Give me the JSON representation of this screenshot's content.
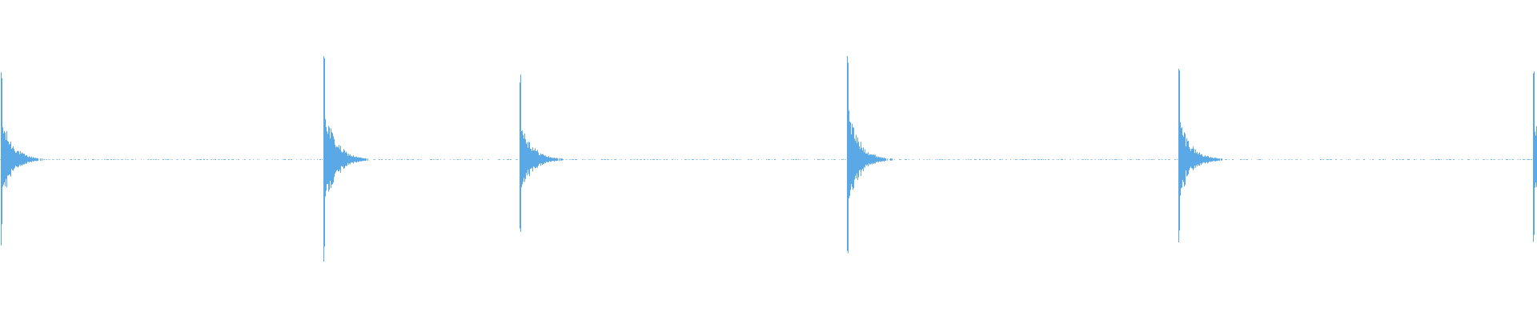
{
  "waveform": {
    "color": "#5aa9e6",
    "background": "#ffffff",
    "transient_time_fraction": [
      0.0,
      0.21,
      0.338,
      0.551,
      0.767,
      0.998
    ],
    "transient_peak_fraction": [
      0.55,
      0.72,
      0.55,
      0.7,
      0.58,
      0.62
    ],
    "noise_floor_level": 0.005
  }
}
